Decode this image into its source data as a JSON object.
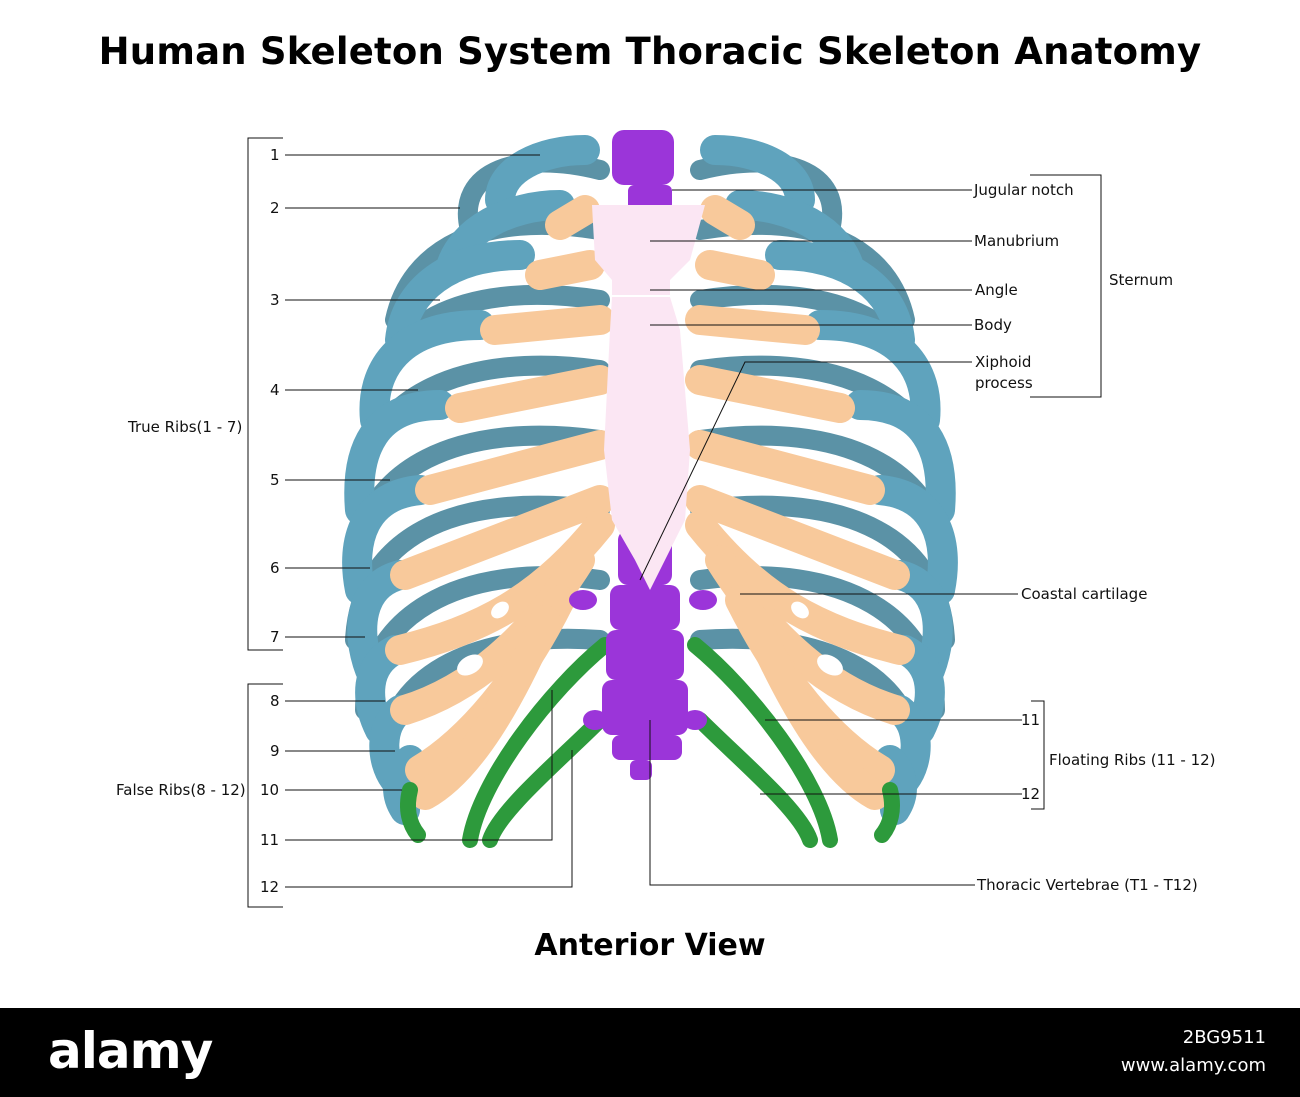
{
  "title": "Human Skeleton System Thoracic Skeleton Anatomy",
  "subtitle": "Anterior View",
  "colors": {
    "rib_bone": "#5fa3bd",
    "rib_bone_dark": "#3f7f97",
    "costal_cartilage": "#f8c99b",
    "sternum": "#fbe6f3",
    "vertebrae": "#9b35d9",
    "floating_ribs": "#2d9a3c",
    "footer": "#000000"
  },
  "left_labels": {
    "rib_numbers": [
      "1",
      "2",
      "3",
      "4",
      "5",
      "6",
      "7",
      "8",
      "9",
      "10",
      "11",
      "12"
    ],
    "true_ribs": "True Ribs(1 - 7)",
    "false_ribs": "False Ribs(8 - 12)"
  },
  "sternum_labels": {
    "jugular_notch": "Jugular notch",
    "manubrium": "Manubrium",
    "angle": "Angle",
    "body": "Body",
    "xiphoid_line1": "Xiphoid",
    "xiphoid_line2": "process",
    "group": "Sternum"
  },
  "right_labels": {
    "costal_cartilage": "Coastal cartilage",
    "floating_11": "11",
    "floating_12": "12",
    "floating_group": "Floating Ribs (11 - 12)",
    "thoracic_vertebrae": "Thoracic Vertebrae (T1 - T12)"
  },
  "footer": {
    "logo": "alamy",
    "image_id": "2BG9511",
    "site": "www.alamy.com"
  }
}
